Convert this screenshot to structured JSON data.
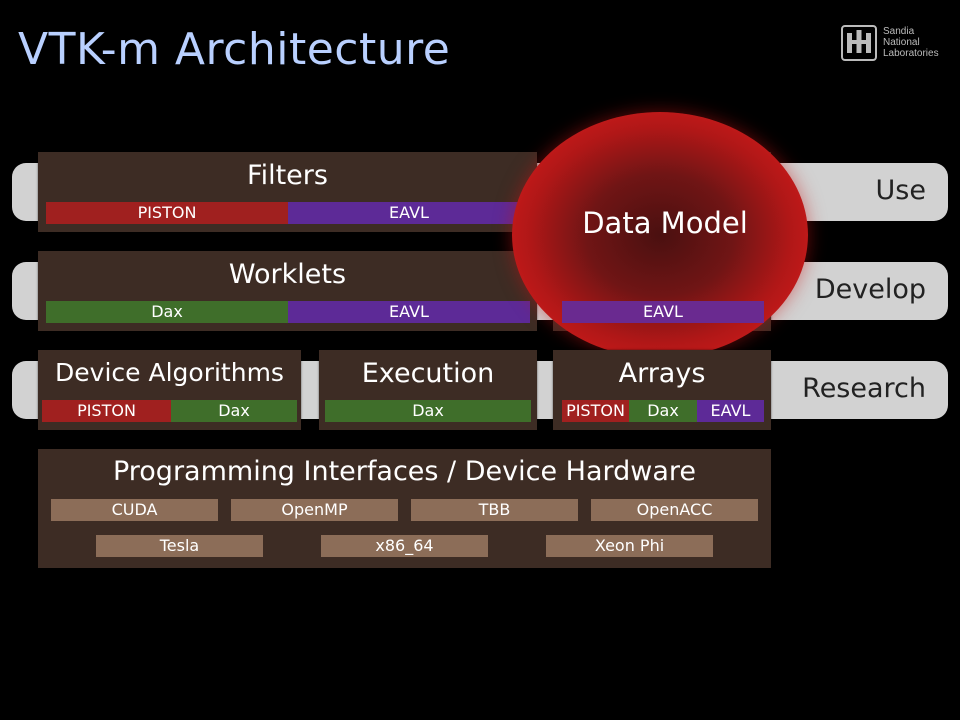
{
  "title": "VTK-m Architecture",
  "logo": {
    "lines": [
      "Sandia",
      "National",
      "Laboratories"
    ]
  },
  "rails": {
    "use": "Use",
    "develop": "Develop",
    "research": "Research"
  },
  "filters": {
    "title": "Filters",
    "segments": [
      "PISTON",
      "EAVL"
    ]
  },
  "worklets": {
    "title": "Worklets",
    "segments": [
      "Dax",
      "EAVL"
    ]
  },
  "data_model": {
    "title": "Data Model",
    "segment": "EAVL"
  },
  "device_algorithms": {
    "title": "Device Algorithms",
    "segments": [
      "PISTON",
      "Dax"
    ]
  },
  "execution": {
    "title": "Execution",
    "segments": [
      "Dax"
    ]
  },
  "arrays": {
    "title": "Arrays",
    "segments": [
      "PISTON",
      "Dax",
      "EAVL"
    ]
  },
  "hardware": {
    "title": "Programming Interfaces / Device Hardware",
    "row1": [
      "CUDA",
      "OpenMP",
      "TBB",
      "OpenACC"
    ],
    "row2": [
      "Tesla",
      "x86_64",
      "Xeon Phi"
    ]
  },
  "colors": {
    "piston": "#a0201f",
    "eavl": "#5d2a97",
    "dax": "#3f6e2a",
    "hardware": "#8c6d58",
    "title": "#b9d0ff"
  }
}
